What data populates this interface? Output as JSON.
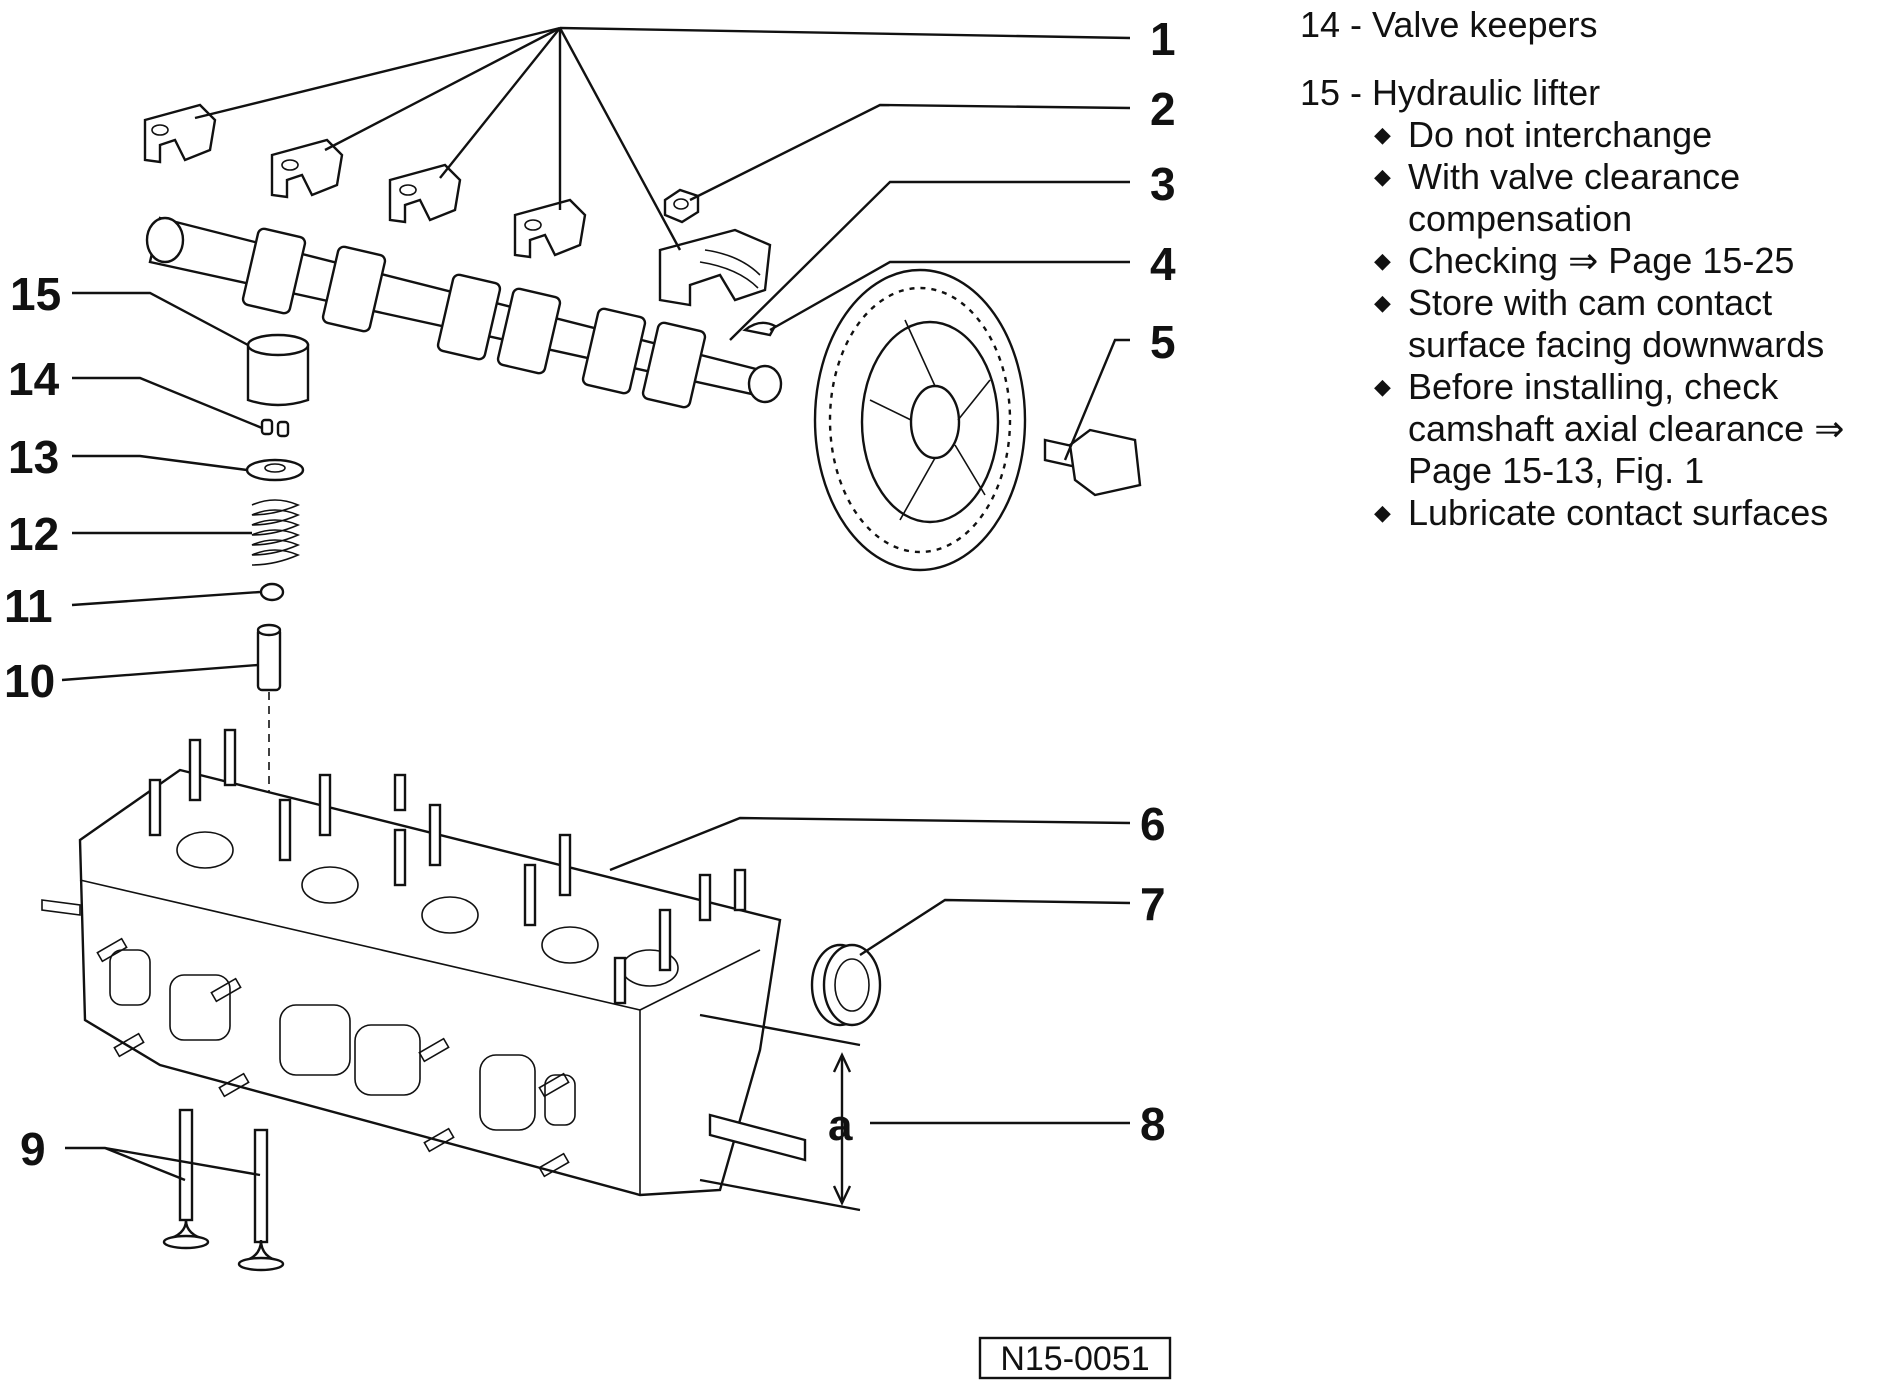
{
  "callouts": [
    "1",
    "2",
    "3",
    "4",
    "5",
    "6",
    "7",
    "8",
    "9",
    "10",
    "11",
    "12",
    "13",
    "14",
    "15"
  ],
  "dimension_label": "a",
  "reference_code": "N15-0051",
  "legend": [
    {
      "number": "14",
      "title": "Valve keepers",
      "notes": []
    },
    {
      "number": "15",
      "title": "Hydraulic lifter",
      "notes": [
        "Do not interchange",
        "With valve clearance compensation",
        "Checking ⇒ Page 15-25",
        "Store with cam contact surface facing downwards",
        "Before installing, check camshaft axial clearance ⇒ Page 15-13, Fig. 1",
        "Lubricate contact surfaces"
      ]
    }
  ],
  "icons": {
    "bullet": "diamond-bullet-icon"
  }
}
